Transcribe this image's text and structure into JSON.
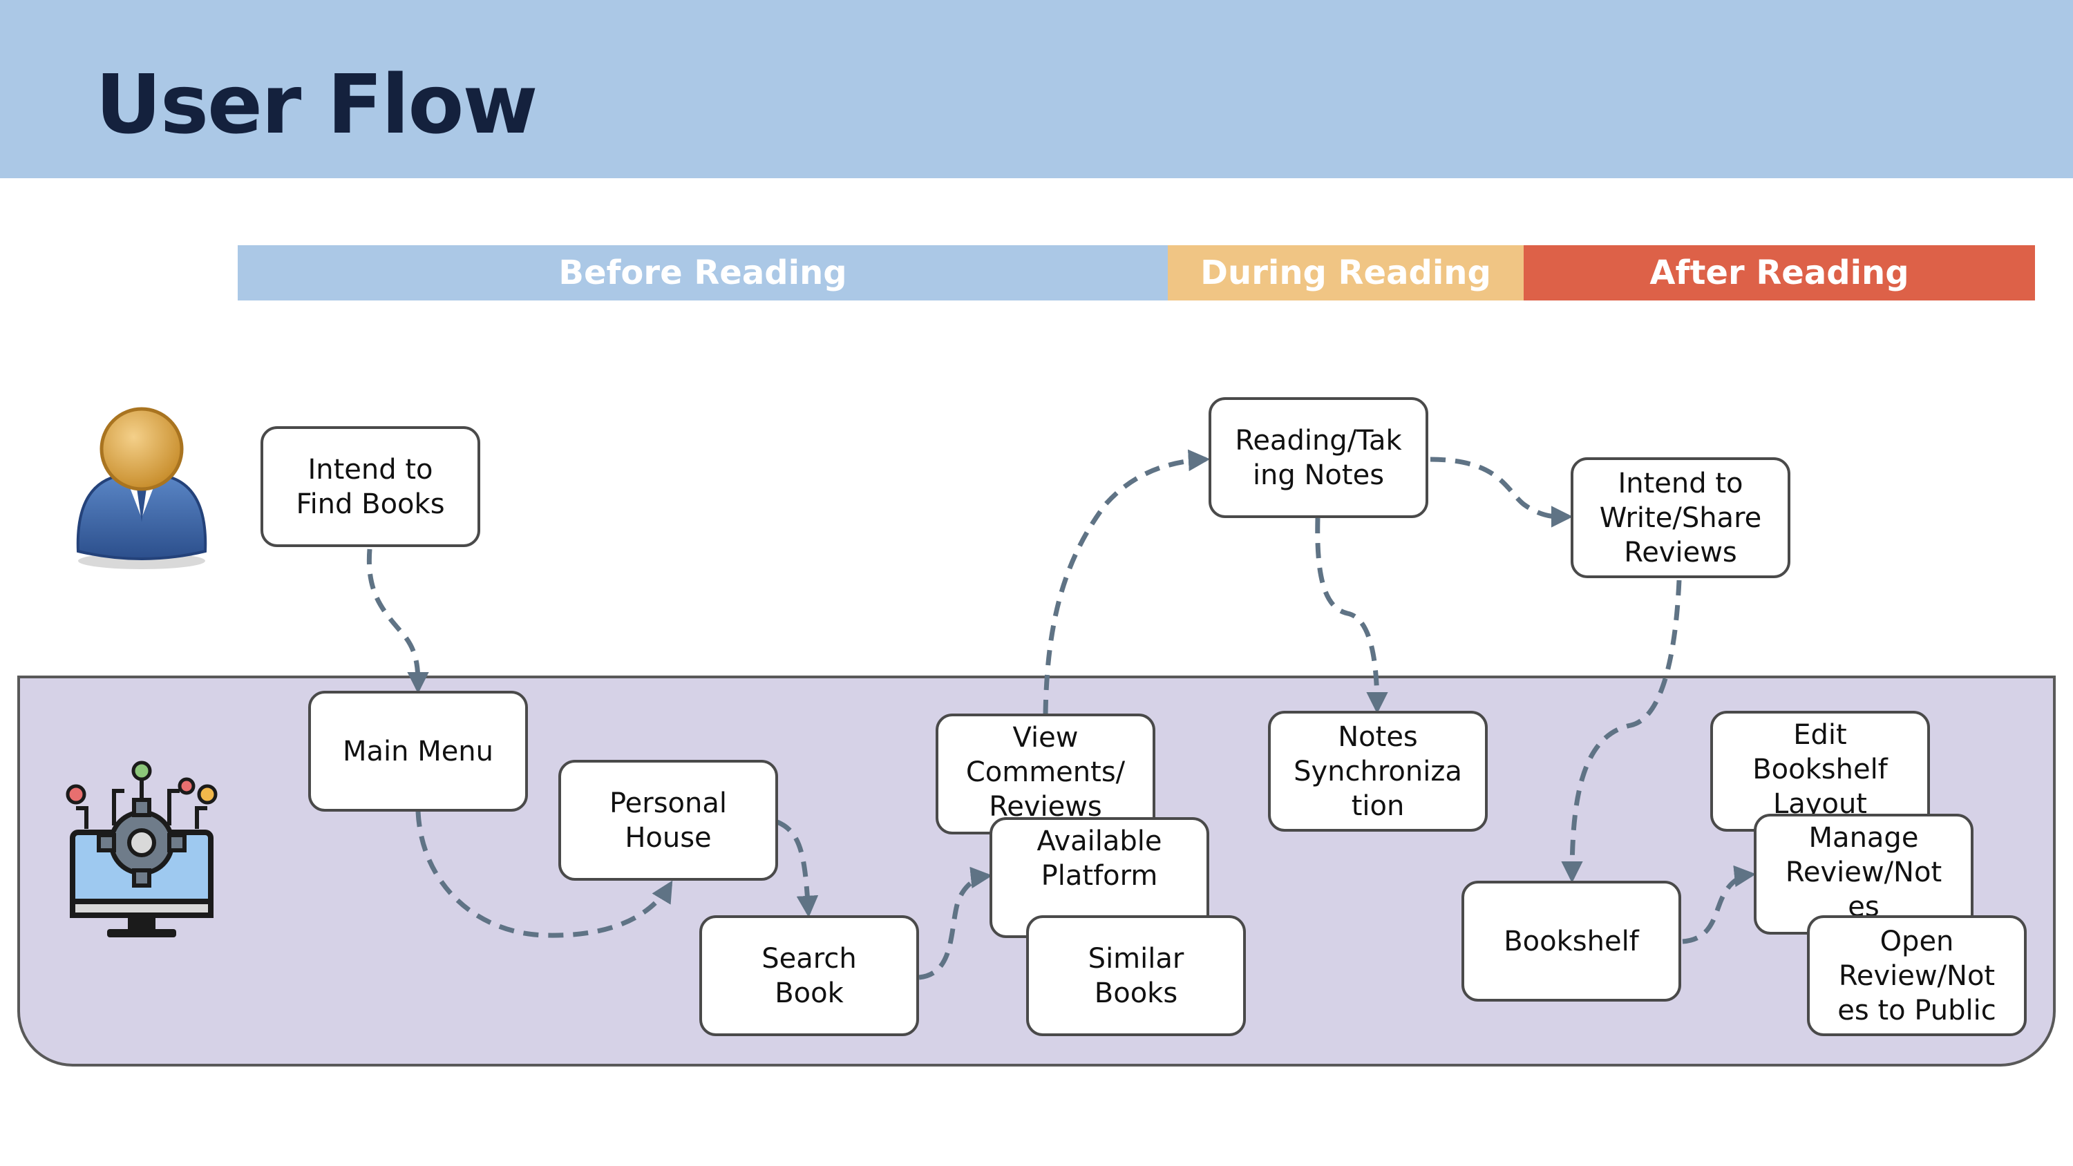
{
  "title": "User Flow",
  "phases": {
    "before": "Before Reading",
    "during": "During Reading",
    "after": "After Reading"
  },
  "colors": {
    "header": "#abc8e6",
    "title": "#14213d",
    "before": "#abc8e6",
    "during": "#f0c584",
    "after": "#dd6148",
    "system_panel": "#d6d2e7",
    "arrow": "#5f7385"
  },
  "icons": {
    "user": "user-icon",
    "system": "computer-gear-icon"
  },
  "nodes": {
    "intend_find": "Intend to\nFind Books",
    "main_menu": "Main Menu",
    "personal_house": "Personal\nHouse",
    "search_book": "Search\nBook",
    "view_comments": "View\nComments/\nReviews",
    "available_platform": "Available\nPlatform",
    "similar_books": "Similar\nBooks",
    "reading_notes": "Reading/Tak\ning Notes",
    "notes_sync": "Notes\nSynchroniza\ntion",
    "intend_write": "Intend to\nWrite/Share\nReviews",
    "bookshelf": "Bookshelf",
    "edit_bookshelf": "Edit\nBookshelf\nLayout",
    "manage_review": "Manage\nReview/Not\nes",
    "open_review": "Open\nReview/Not\nes to Public"
  },
  "edges": [
    [
      "intend_find",
      "main_menu"
    ],
    [
      "main_menu",
      "personal_house"
    ],
    [
      "personal_house",
      "search_book"
    ],
    [
      "search_book",
      "available_platform"
    ],
    [
      "view_comments",
      "reading_notes"
    ],
    [
      "reading_notes",
      "notes_sync"
    ],
    [
      "reading_notes",
      "intend_write"
    ],
    [
      "intend_write",
      "bookshelf"
    ],
    [
      "bookshelf",
      "manage_review"
    ]
  ]
}
